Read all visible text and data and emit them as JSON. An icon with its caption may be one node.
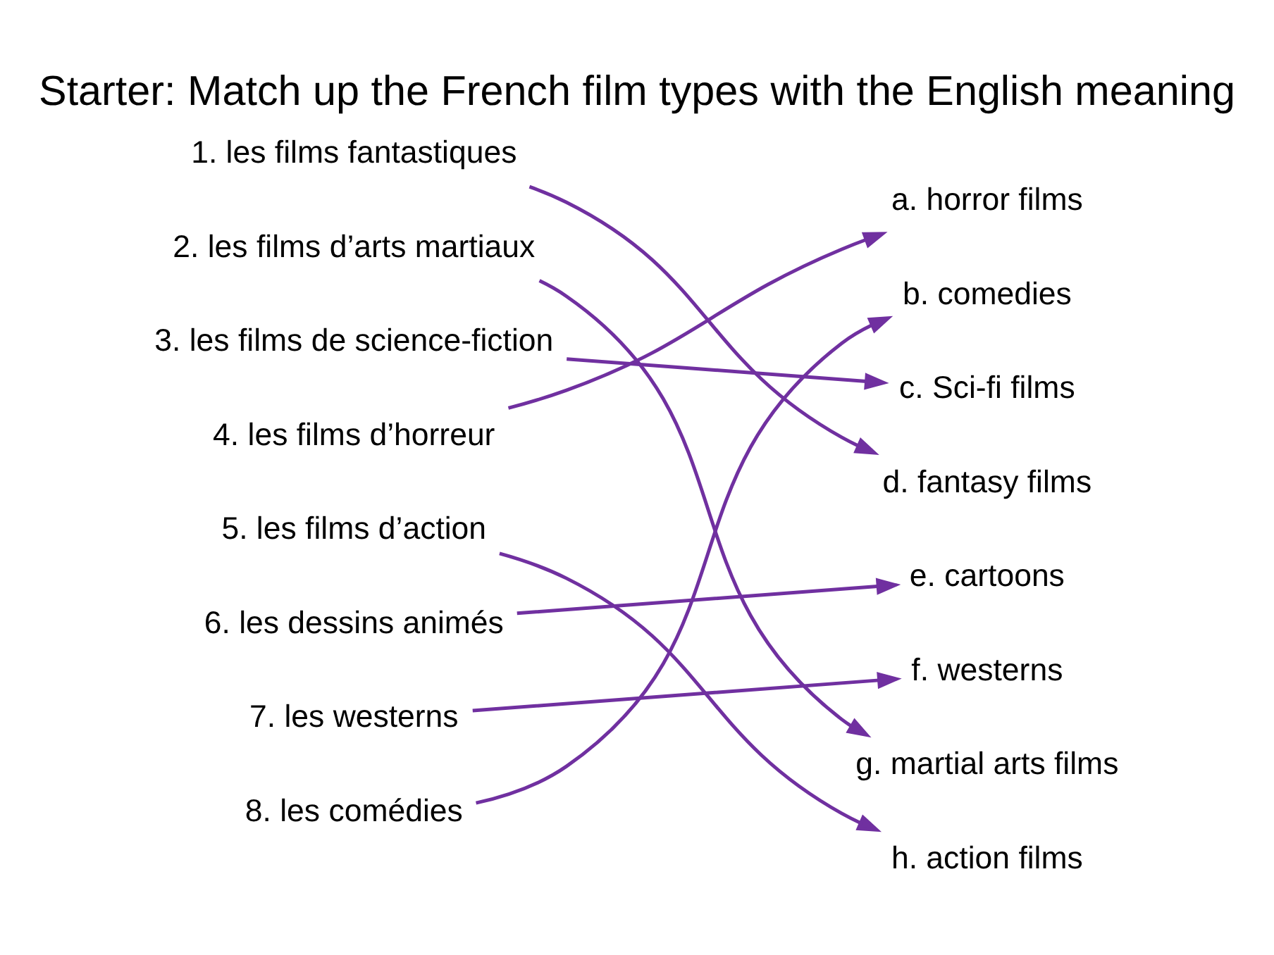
{
  "diagram": {
    "title": "Starter: Match up the French film types with the English meaning",
    "nodes": [
      {
        "text": [
          "1. les films fantastiques"
        ]
      },
      {
        "text": [
          "2. les films d’arts martiaux"
        ]
      },
      {
        "text": [
          "3. les films de science-fiction"
        ]
      },
      {
        "text": [
          "4. les films d’horreur"
        ]
      },
      {
        "text": [
          "5. les films d’action"
        ]
      },
      {
        "text": [
          "6. les dessins animés"
        ]
      },
      {
        "text": [
          "7. les westerns"
        ]
      },
      {
        "text": [
          "8. les comédies"
        ]
      },
      {
        "text": [
          "a. horror films"
        ]
      },
      {
        "text": [
          "b. comedies"
        ]
      },
      {
        "text": [
          "c. Sci-fi films"
        ]
      },
      {
        "text": [
          "d. fantasy films"
        ]
      },
      {
        "text": [
          "e. cartoons"
        ]
      },
      {
        "text": [
          "f. westerns"
        ]
      },
      {
        "text": [
          "g. martial arts films"
        ]
      },
      {
        "text": [
          "h. action films"
        ]
      }
    ],
    "edges": [
      {
        "from": 0,
        "to": 11,
        "arrow": "to"
      },
      {
        "from": 1,
        "to": 14,
        "arrow": "to"
      },
      {
        "from": 2,
        "to": 10,
        "arrow": "to"
      },
      {
        "from": 3,
        "to": 8,
        "arrow": "to"
      },
      {
        "from": 4,
        "to": 15,
        "arrow": "to"
      },
      {
        "from": 5,
        "to": 12,
        "arrow": "to"
      },
      {
        "from": 6,
        "to": 13,
        "arrow": "to"
      },
      {
        "from": 7,
        "to": 9,
        "arrow": "to"
      }
    ]
  }
}
